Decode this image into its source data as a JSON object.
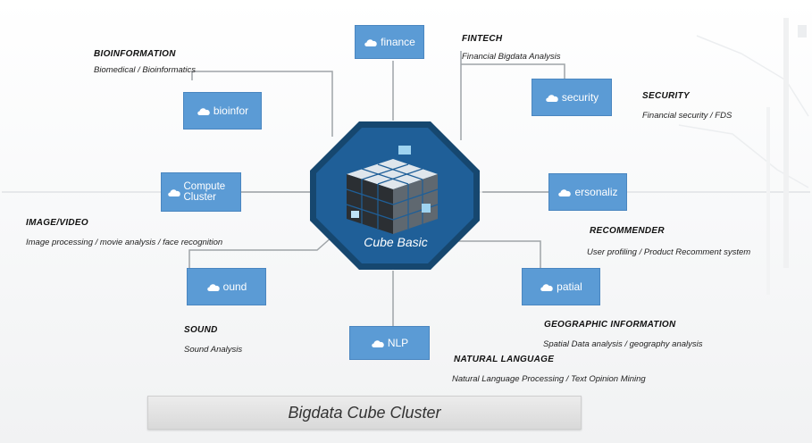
{
  "core": {
    "label": "Cube Basic"
  },
  "nodes": {
    "bioinfor": "bioinfor",
    "finance": "finance",
    "security": "security",
    "compute_cluster": "Compute Cluster",
    "personal": "ersonaliz",
    "sound": "ound",
    "nlp": "NLP",
    "spatial": "patial"
  },
  "categories": {
    "bioinformation": {
      "title": "BIOINFORMATION",
      "desc": "Biomedical / Bioinformatics"
    },
    "fintech": {
      "title": "FINTECH",
      "desc": "Financial Bigdata Analysis"
    },
    "security": {
      "title": "SECURITY",
      "desc": "Financial security / FDS"
    },
    "image_video": {
      "title": "IMAGE/VIDEO",
      "desc": "Image processing / movie analysis / face recognition"
    },
    "recommender": {
      "title": "RECOMMENDER",
      "desc": "User profiling / Product Recomment system"
    },
    "sound": {
      "title": "SOUND",
      "desc": "Sound Analysis"
    },
    "geographic": {
      "title": "GEOGRAPHIC INFORMATION",
      "desc": "Spatial Data analysis / geography analysis"
    },
    "natural_language": {
      "title": "NATURAL LANGUAGE",
      "desc": "Natural Language Processing / Text Opinion Mining"
    }
  },
  "footer": {
    "cluster_label": "Bigdata Cube Cluster"
  },
  "colors": {
    "node_fill": "#5b9bd5",
    "core_fill": "#1f5f98",
    "core_border": "#16476f",
    "connector": "#9fa4a8"
  },
  "icons": {
    "node_icon": "cloud-icon",
    "core_icon": "rubik-cube-icon"
  }
}
